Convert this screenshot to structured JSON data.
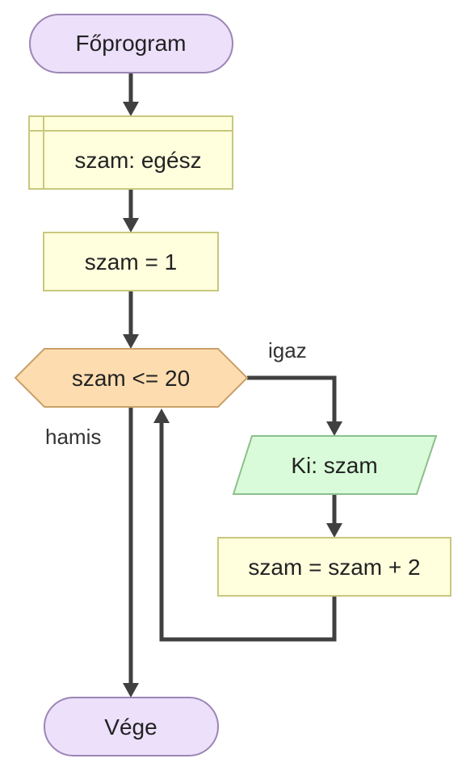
{
  "nodes": {
    "start": {
      "label": "Főprogram",
      "shape": "terminator"
    },
    "declare": {
      "label": "szam: egész",
      "shape": "declaration"
    },
    "init": {
      "label": "szam = 1",
      "shape": "process"
    },
    "condition": {
      "label": "szam <= 20",
      "shape": "decision"
    },
    "output": {
      "label": "Ki: szam",
      "shape": "input-output"
    },
    "increment": {
      "label": "szam = szam + 2",
      "shape": "process"
    },
    "end": {
      "label": "Vége",
      "shape": "terminator"
    }
  },
  "edge_labels": {
    "true_branch": "igaz",
    "false_branch": "hamis"
  },
  "colors": {
    "terminator_fill": "#ece0fb",
    "terminator_stroke": "#9b86b5",
    "process_fill": "#ffffdd",
    "process_stroke": "#c8c87e",
    "decision_fill": "#fdddb0",
    "decision_stroke": "#c9a068",
    "io_fill": "#d9fbd9",
    "io_stroke": "#8cbf8c",
    "edge": "#404040"
  }
}
